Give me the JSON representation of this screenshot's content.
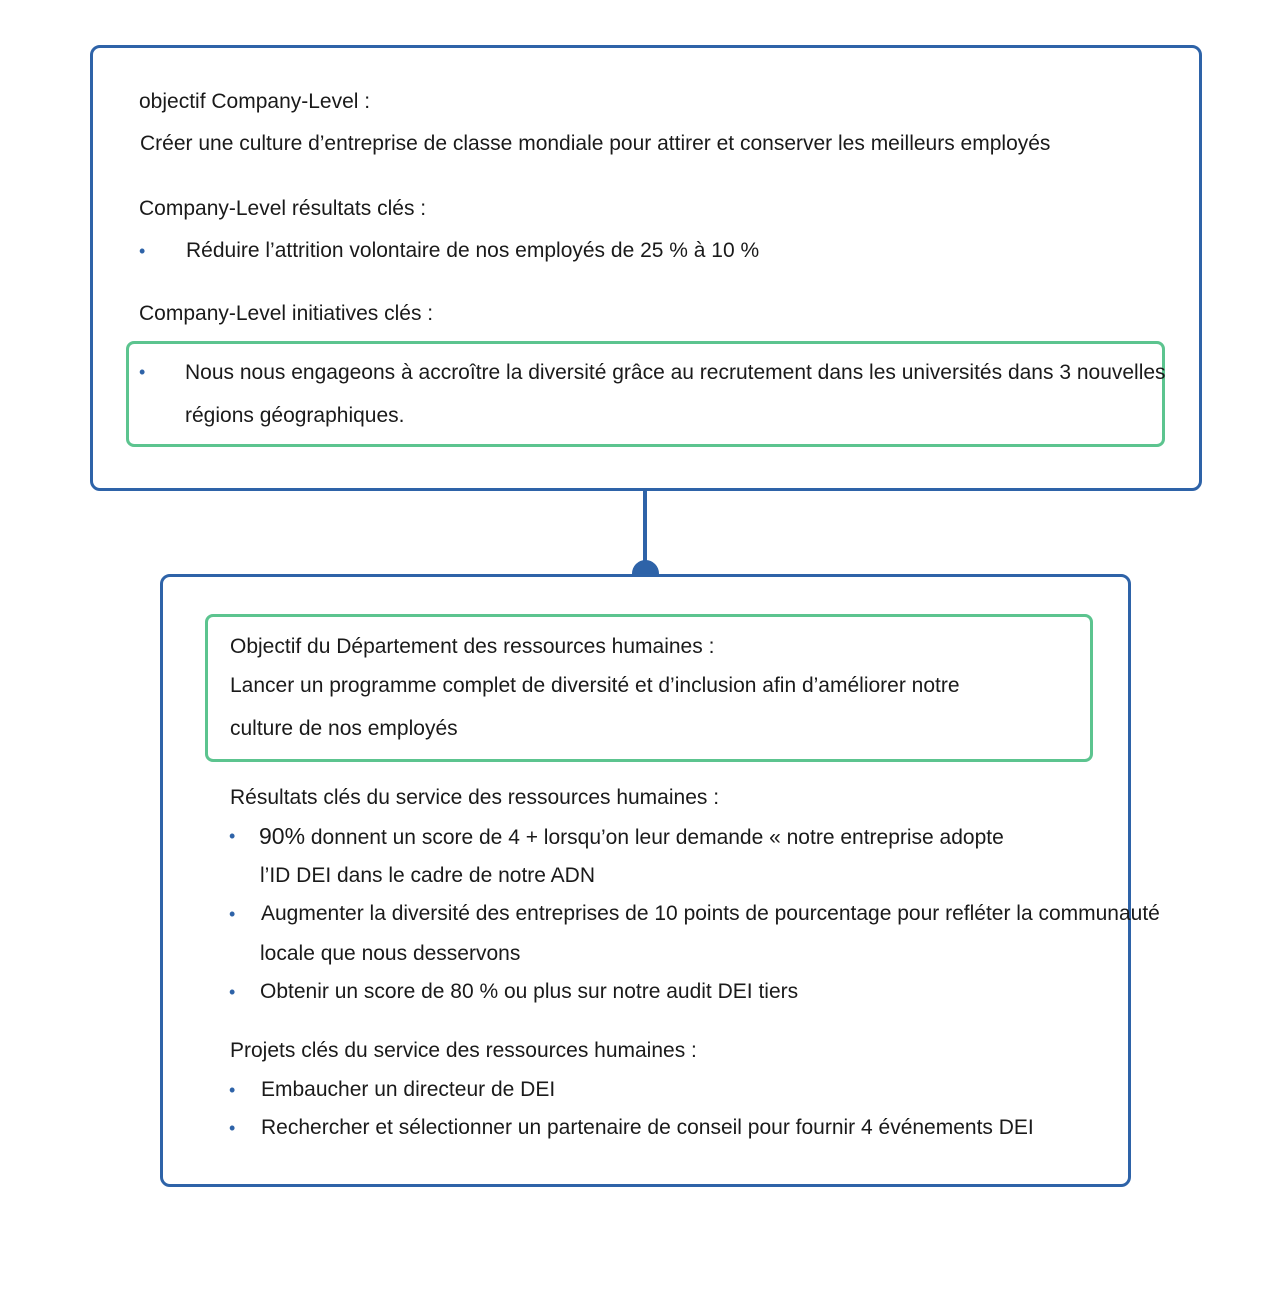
{
  "company": {
    "objective_label": "objectif Company-Level :",
    "objective_text": "Créer une culture d’entreprise de classe mondiale pour attirer et conserver les meilleurs employés",
    "results_label": "Company-Level résultats clés :",
    "results": [
      "Réduire l’attrition volontaire de nos employés de 25 % à 10 %"
    ],
    "initiatives_label": "Company-Level initiatives clés :",
    "initiatives": [
      {
        "line1": "Nous nous engageons à accroître la diversité grâce au recrutement dans les universités dans 3 nouvelles",
        "line2": "régions géographiques."
      }
    ]
  },
  "hr": {
    "objective_label": "Objectif du Département des ressources humaines :",
    "objective_line1": "Lancer un programme complet de diversité et d’inclusion afin d’améliorer notre",
    "objective_line2": "culture de nos employés",
    "results_label": "Résultats clés du service des ressources humaines :",
    "results": [
      {
        "line1_prefix": "90%",
        "line1_rest": " donnent un score de 4 + lorsqu’on leur demande « notre entreprise adopte",
        "line2": "l’ID DEI dans le cadre de notre ADN"
      },
      {
        "line1": "Augmenter la diversité des entreprises de 10 points de pourcentage pour refléter la communauté",
        "line2": "locale que nous desservons"
      },
      {
        "line1": "Obtenir un score de 80 % ou plus sur notre audit DEI tiers"
      }
    ],
    "projects_label": "Projets clés du service des ressources humaines :",
    "projects": [
      "Embaucher un directeur de DEI",
      "Rechercher et sélectionner un partenaire de conseil pour fournir 4 événements DEI"
    ]
  },
  "colors": {
    "border_blue": "#2e63a8",
    "highlight_green": "#5cc48f",
    "bullet_blue": "#2e63a8"
  },
  "bullet_glyph": "•"
}
